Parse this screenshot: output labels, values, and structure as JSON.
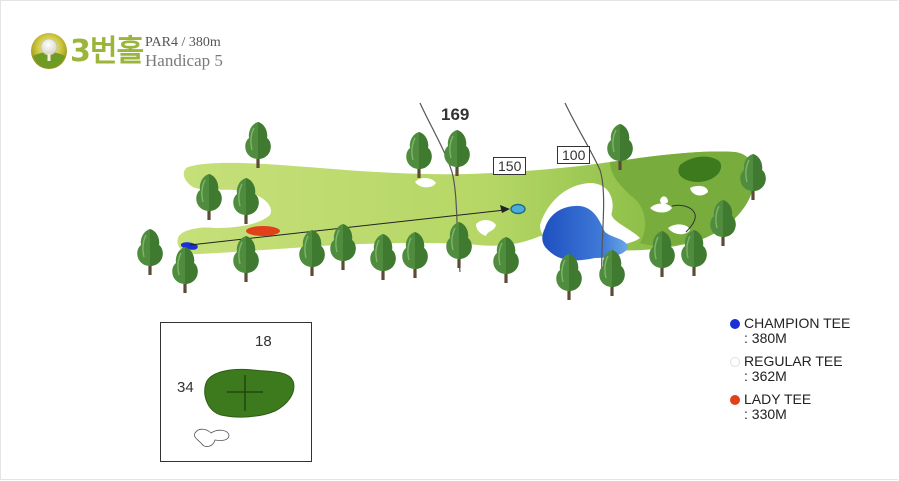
{
  "header": {
    "hole_number": "3번홀",
    "par": "PAR4 / 380m",
    "handicap": "Handicap 5"
  },
  "course": {
    "distance_markers": [
      {
        "label": "169"
      },
      {
        "label": "150"
      },
      {
        "label": "100"
      }
    ]
  },
  "green_detail": {
    "depth": "18",
    "width": "34"
  },
  "legend": [
    {
      "name": "CHAMPION TEE",
      "distance": ": 380M",
      "color": "#1a2fd6"
    },
    {
      "name": "REGULAR TEE",
      "distance": ": 362M",
      "color": "#ffffff"
    },
    {
      "name": "LADY TEE",
      "distance": ": 330M",
      "color": "#e0401a"
    }
  ],
  "colors": {
    "fairway": "#b7d86a",
    "rough_dark": "#5e9a2e",
    "green": "#3d7a1e",
    "water": "#2d63c8",
    "bunker": "#ffffff",
    "tree": "#4e8a3c",
    "brand": "#9bb53a"
  }
}
